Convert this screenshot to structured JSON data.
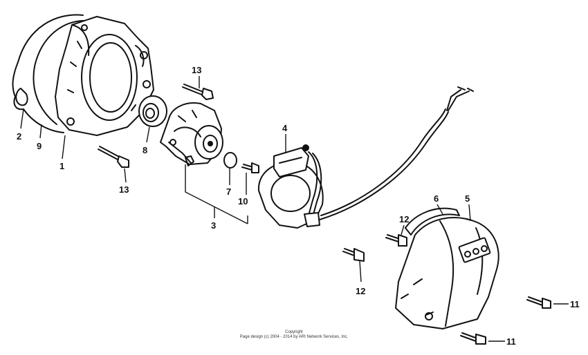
{
  "callouts": {
    "c1": "1",
    "c2": "2",
    "c3": "3",
    "c4": "4",
    "c5": "5",
    "c6": "6",
    "c7": "7",
    "c8": "8",
    "c9": "9",
    "c10": "10",
    "c11a": "11",
    "c11b": "11",
    "c12a": "12",
    "c12b": "12",
    "c13a": "13",
    "c13b": "13"
  },
  "footer": {
    "line1": "Copyright",
    "line2": "Page design (c) 2004 - 2014 by ARI Network Services, Inc."
  }
}
